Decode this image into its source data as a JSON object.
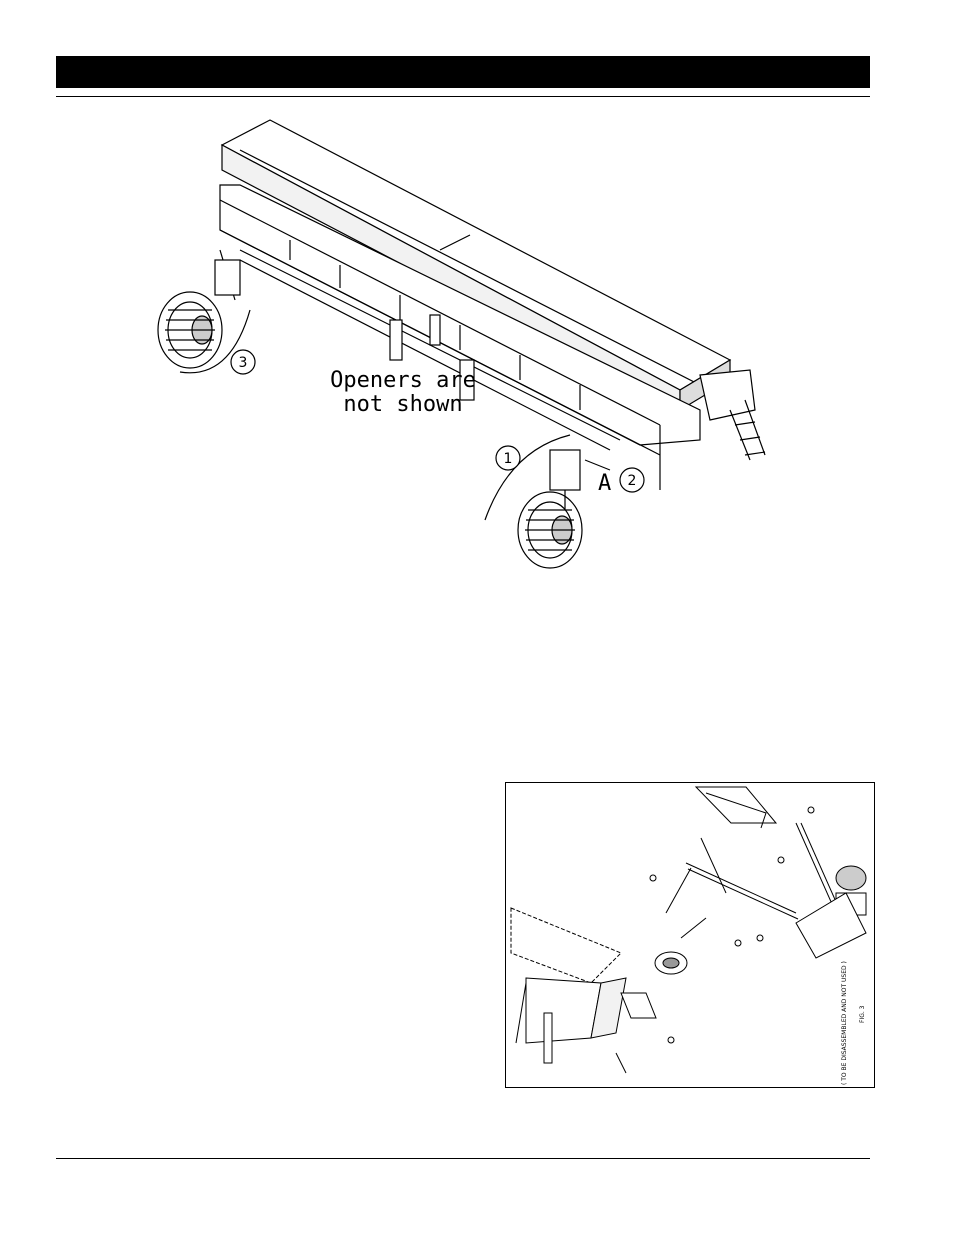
{
  "main_figure": {
    "note_line1": "Openers are",
    "note_line2": "not shown",
    "callouts": [
      "1",
      "2",
      "3"
    ],
    "detail_letter": "A"
  },
  "detail_figure": {
    "note": "( TO BE DISASSEMBLED AND NOT USED )",
    "fig_label": "FIG. 3"
  }
}
